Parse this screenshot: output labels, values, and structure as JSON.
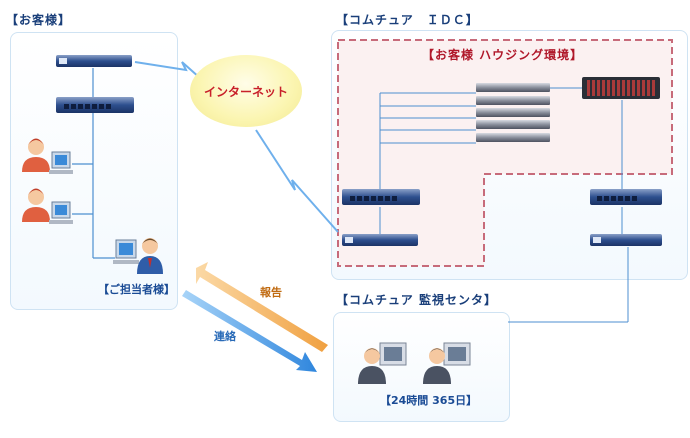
{
  "customer": {
    "title": "【お客様】",
    "staff_label": "【ご担当者様】"
  },
  "idc": {
    "title": "【コムチュア　ＩＤＣ】",
    "housing_title": "【お客様 ハウジング環境】"
  },
  "monitor": {
    "title": "【コムチュア 監視センタ】",
    "hours_label": "【24時間 365日】"
  },
  "internet": {
    "label": "インターネット"
  },
  "arrows": {
    "report": "報告",
    "contact": "連絡"
  },
  "colors": {
    "accent": "#1a3f7a",
    "housing": "#b0182a",
    "report_arrow": "#f0a040",
    "contact_arrow": "#3b8fe0"
  }
}
